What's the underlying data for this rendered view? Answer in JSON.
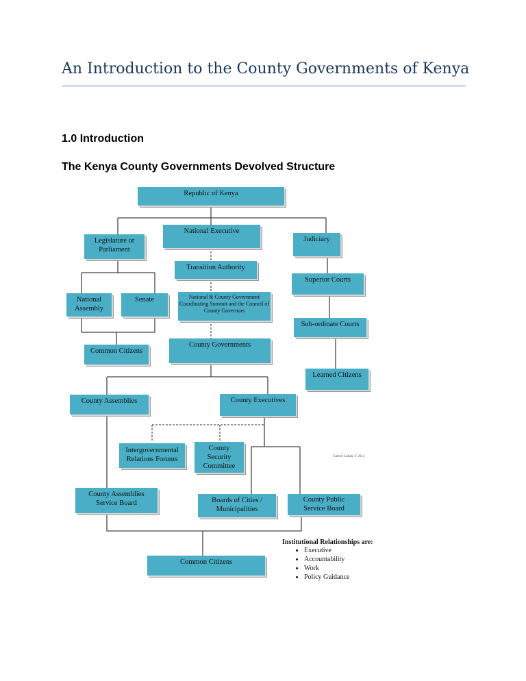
{
  "title": "An Introduction to the County Governments of Kenya",
  "section_heading": "1.0 Introduction",
  "sub_heading": "The Kenya County Governments Devolved Structure",
  "diagram": {
    "republic": "Republic of Kenya",
    "national_executive": "National Executive",
    "legislature": "Legislature or Parliament",
    "judiciary": "Judiciary",
    "transition_authority": "Transition Authority",
    "national_assembly": "National Assembly",
    "senate": "Senate",
    "summit": "National & County Government Coordinating Summit and the Council of County Governors",
    "superior_courts": "Superior Courts",
    "subordinate_courts": "Sub-ordinate Courts",
    "common_citizens_1": "Common Citizens",
    "county_governments": "County Governments",
    "learned_citizens": "Learned Citizens",
    "county_assemblies": "County Assemblies",
    "county_executives": "County Executives",
    "intergovernmental": "Intergovernmental Relations Forums",
    "county_security": "County Security Committee",
    "casb": "County Assemblies Service Board",
    "boards_cities": "Boards of Cities / Municipalities",
    "cpsb": "County Public Service Board",
    "common_citizens_2": "Common Citizens",
    "copyright": "Gabriel Lubale © 2012",
    "legend_title": "Institutional Relationships are:",
    "legend_items": [
      "Executive",
      "Accountability",
      "Work",
      "Policy Guidance"
    ]
  },
  "colors": {
    "box": "#4aaec6",
    "title": "#17365d",
    "rule": "#4f81bd"
  }
}
